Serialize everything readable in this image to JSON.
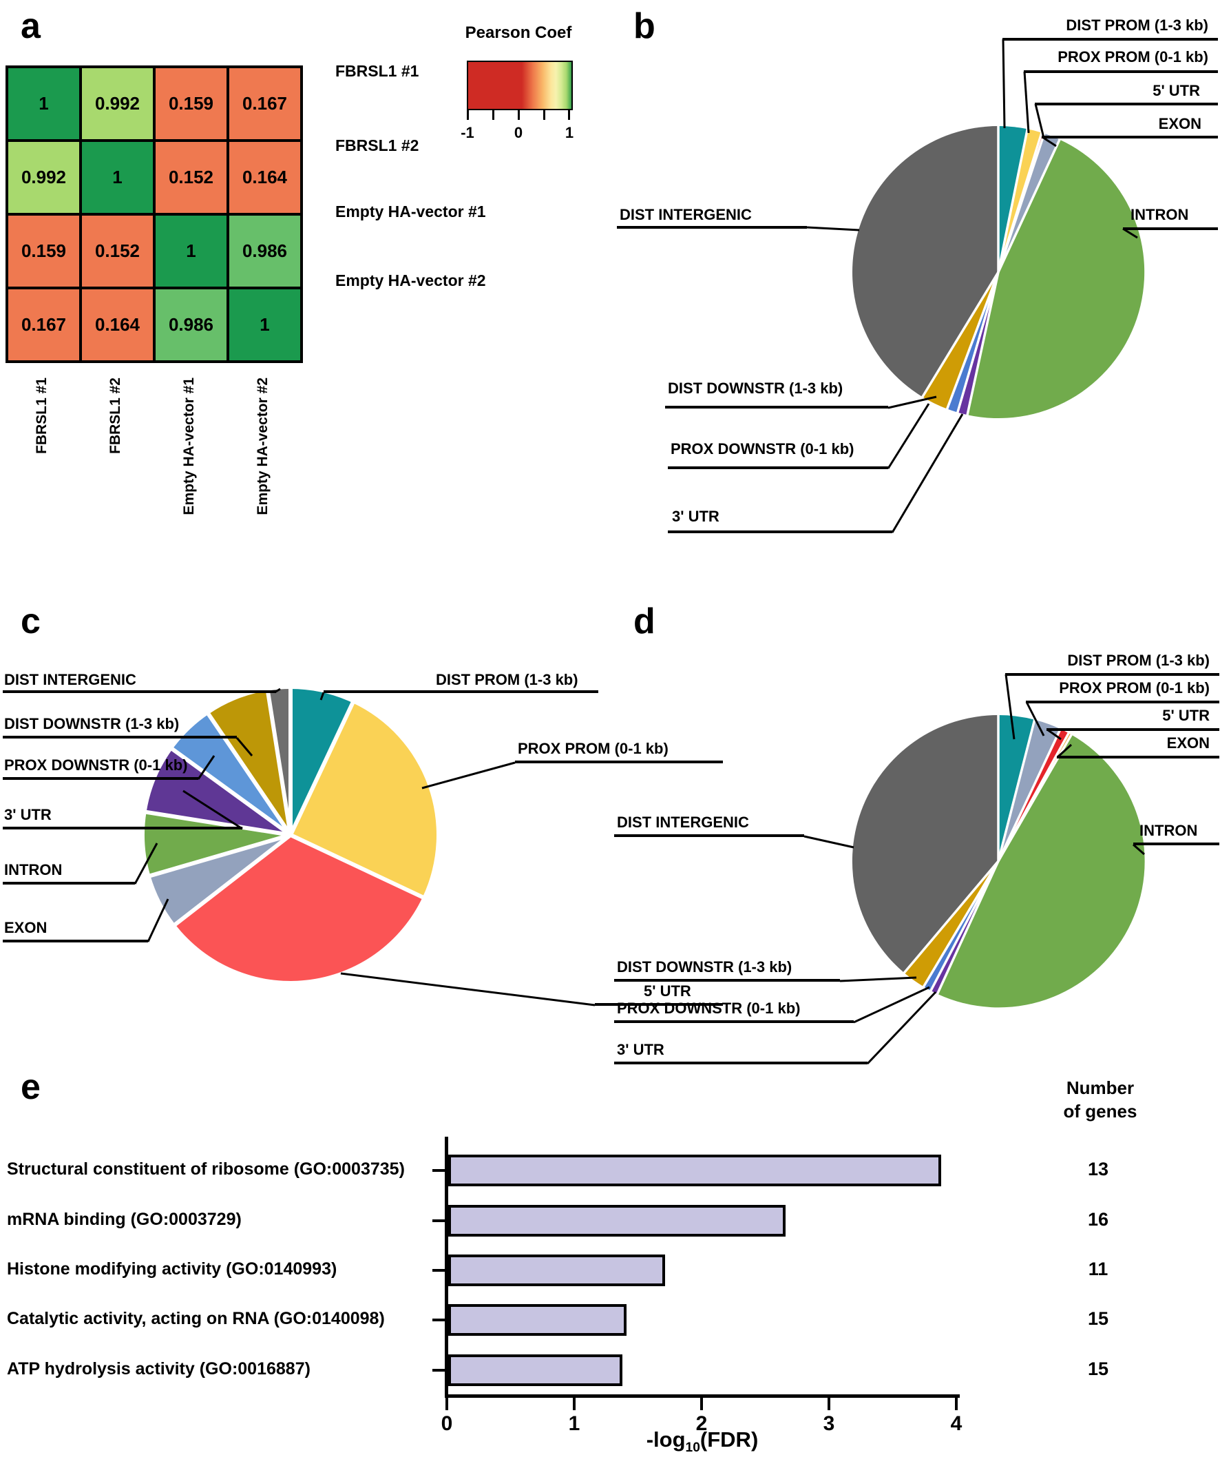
{
  "figure": {
    "panels": {
      "a": "a",
      "b": "b",
      "c": "c",
      "d": "d",
      "e": "e"
    }
  },
  "chart_data": [
    {
      "id": "a",
      "type": "heatmap",
      "legend": {
        "title": "Pearson Coef",
        "tick_labels": [
          "-1",
          "0",
          "1"
        ],
        "axis_range": [
          -1,
          1
        ],
        "gradient": [
          {
            "c": "#cf2b24",
            "p": 0
          },
          {
            "c": "#cf2b24",
            "p": 52
          },
          {
            "c": "#ef7b4b",
            "p": 63
          },
          {
            "c": "#f9b668",
            "p": 72
          },
          {
            "c": "#fce59a",
            "p": 80
          },
          {
            "c": "#f6f2ae",
            "p": 85
          },
          {
            "c": "#d7eb94",
            "p": 90
          },
          {
            "c": "#aad970",
            "p": 95
          },
          {
            "c": "#4fae52",
            "p": 99
          },
          {
            "c": "#2f9e4f",
            "p": 100
          }
        ]
      },
      "samples": [
        "FBRSL1 #1",
        "FBRSL1 #2",
        "Empty HA-vector #1",
        "Empty HA-vector #2"
      ],
      "matrix": [
        [
          1,
          0.992,
          0.159,
          0.167
        ],
        [
          0.992,
          1,
          0.152,
          0.164
        ],
        [
          0.159,
          0.152,
          1,
          0.986
        ],
        [
          0.167,
          0.164,
          0.986,
          1
        ]
      ],
      "display": [
        [
          "1",
          "0.992",
          "0.159",
          "0.167"
        ],
        [
          "0.992",
          "1",
          "0.152",
          "0.164"
        ],
        [
          "0.159",
          "0.152",
          "1",
          "0.986"
        ],
        [
          "0.167",
          "0.164",
          "0.986",
          "1"
        ]
      ],
      "cell_colors": [
        [
          "#1b9a4e",
          "#a8d96e",
          "#ef7950",
          "#ef7950"
        ],
        [
          "#a8d96e",
          "#1b9a4e",
          "#ef7950",
          "#ef7950"
        ],
        [
          "#ef7950",
          "#ef7950",
          "#1b9a4e",
          "#67bf6a"
        ],
        [
          "#ef7950",
          "#ef7950",
          "#67bf6a",
          "#1b9a4e"
        ]
      ]
    },
    {
      "id": "b",
      "type": "pie",
      "slices": [
        {
          "label": "DIST PROM (1-3 kb)",
          "value": 3.2,
          "color": "#0e9298"
        },
        {
          "label": "PROX PROM (0-1 kb)",
          "value": 1.6,
          "color": "#fad255"
        },
        {
          "label": "5' UTR",
          "value": 0.3,
          "color": "#e5242a"
        },
        {
          "label": "EXON",
          "value": 1.8,
          "color": "#93a2bd"
        },
        {
          "label": "INTRON",
          "value": 46.5,
          "color": "#71ab4c"
        },
        {
          "label": "3' UTR",
          "value": 1.1,
          "color": "#6733a0"
        },
        {
          "label": "PROX DOWNSTR (0-1 kb)",
          "value": 1.2,
          "color": "#4a7bd0"
        },
        {
          "label": "DIST DOWNSTR (1-3 kb)",
          "value": 3.0,
          "color": "#cf9c05"
        },
        {
          "label": "DIST INTERGENIC",
          "value": 41.3,
          "color": "#636363"
        }
      ]
    },
    {
      "id": "c",
      "type": "pie",
      "slices": [
        {
          "label": "DIST PROM (1-3 kb)",
          "value": 7.0,
          "color": "#0e9298"
        },
        {
          "label": "PROX PROM (0-1 kb)",
          "value": 25.0,
          "color": "#fad255"
        },
        {
          "label": "5' UTR",
          "value": 32.5,
          "color": "#fb5455"
        },
        {
          "label": "EXON",
          "value": 6.0,
          "color": "#93a2bd"
        },
        {
          "label": "INTRON",
          "value": 7.0,
          "color": "#71ab4c"
        },
        {
          "label": "3' UTR",
          "value": 7.5,
          "color": "#5f3795"
        },
        {
          "label": "PROX DOWNSTR (0-1 kb)",
          "value": 5.5,
          "color": "#5e96d8"
        },
        {
          "label": "DIST DOWNSTR (1-3 kb)",
          "value": 7.0,
          "color": "#bd9707"
        },
        {
          "label": "DIST INTERGENIC",
          "value": 2.5,
          "color": "#6e6e6e"
        }
      ]
    },
    {
      "id": "d",
      "type": "pie",
      "slices": [
        {
          "label": "DIST PROM (1-3 kb)",
          "value": 4.0,
          "color": "#0e9298"
        },
        {
          "label": "PROX PROM (0-1 kb)",
          "value": 3.0,
          "color": "#93a2bd"
        },
        {
          "label": "5' UTR",
          "value": 1.0,
          "color": "#e5242a"
        },
        {
          "label": "EXON",
          "value": 0.35,
          "color": "#eaa12f"
        },
        {
          "label": "INTRON",
          "value": 48.5,
          "color": "#71ab4c"
        },
        {
          "label": "3' UTR",
          "value": 0.8,
          "color": "#6733a0"
        },
        {
          "label": "PROX DOWNSTR (0-1 kb)",
          "value": 0.9,
          "color": "#4a7bd0"
        },
        {
          "label": "DIST DOWNSTR (1-3 kb)",
          "value": 2.6,
          "color": "#cf9c05"
        },
        {
          "label": "DIST INTERGENIC",
          "value": 38.85,
          "color": "#636363"
        }
      ]
    },
    {
      "id": "e",
      "type": "bar",
      "categories": [
        "Structural constituent of ribosome (GO:0003735)",
        "mRNA binding (GO:0003729)",
        "Histone modifying activity (GO:0140993)",
        "Catalytic activity, acting on RNA (GO:0140098)",
        "ATP hydrolysis activity (GO:0016887)"
      ],
      "values": [
        3.87,
        2.65,
        1.7,
        1.4,
        1.37
      ],
      "genes": [
        "13",
        "16",
        "11",
        "15",
        "15"
      ],
      "genes_header": [
        "Number",
        "of genes"
      ],
      "xlabel_parts": [
        "-log",
        "10",
        "(FDR)"
      ],
      "x_ticks": [
        "0",
        "1",
        "2",
        "3",
        "4"
      ],
      "xlim": [
        0,
        4
      ],
      "bar_color": "#c7c4e1",
      "bar_border": "#000000"
    }
  ]
}
